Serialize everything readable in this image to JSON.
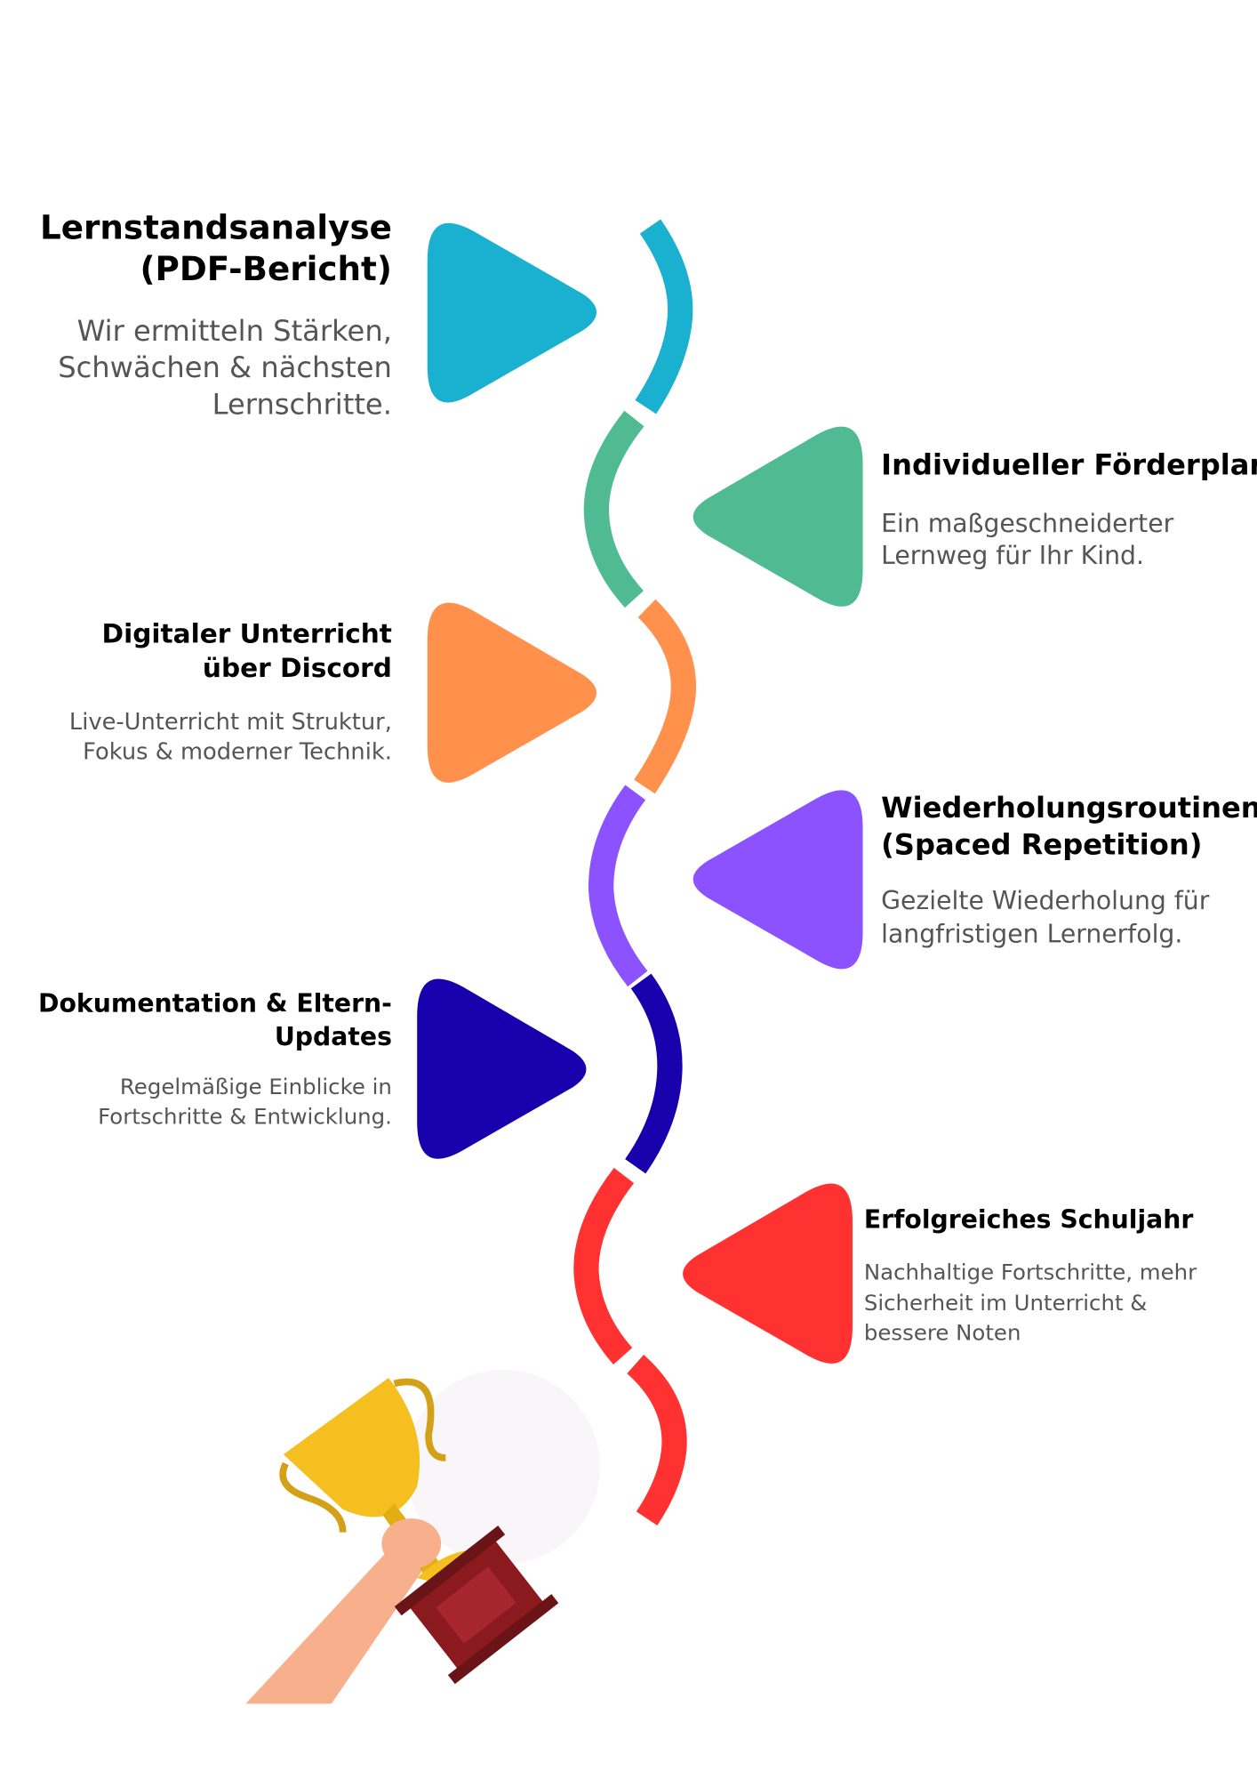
{
  "steps": [
    {
      "title": "Lernstandsanalyse\n(PDF-Bericht)",
      "desc": "Wir ermitteln Stärken,\nSchwächen & nächsten\nLernschritte.",
      "color": "#1AB0CF"
    },
    {
      "title": "Individueller Förderplan",
      "desc": "Ein maßgeschneiderter\nLernweg für Ihr Kind.",
      "color": "#50BB93"
    },
    {
      "title": "Digitaler Unterricht\nüber Discord",
      "desc": "Live-Unterricht mit Struktur,\nFokus & moderner Technik.",
      "color": "#FF914D"
    },
    {
      "title": "Wiederholungsroutinen\n(Spaced Repetition)",
      "desc": "Gezielte Wiederholung für\nlangfristigen Lernerfolg.",
      "color": "#8C52FF"
    },
    {
      "title": "Dokumentation & Eltern-\nUpdates",
      "desc": "Regelmäßige Einblicke in\nFortschritte & Entwicklung.",
      "color": "#1800AD"
    },
    {
      "title": "Erfolgreiches Schuljahr",
      "desc": "Nachhaltige Fortschritte, mehr\nSicherheit im Unterricht &\nbessere Noten",
      "color": "#FF3131"
    }
  ]
}
